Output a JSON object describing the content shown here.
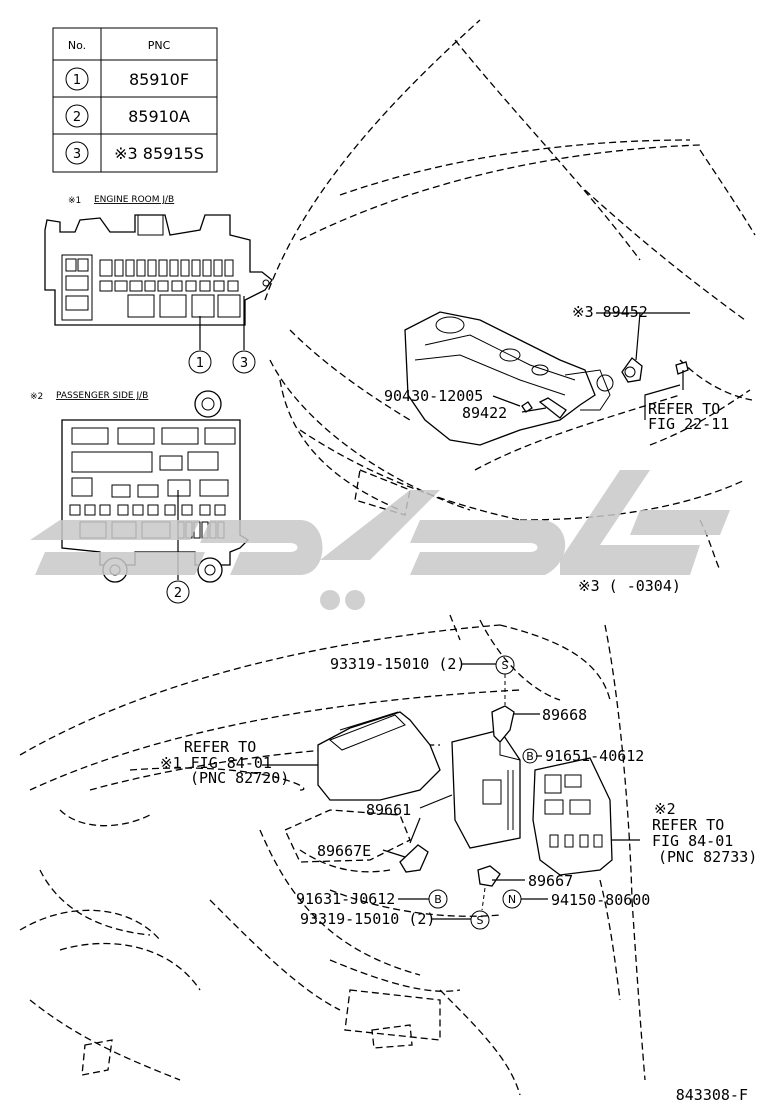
{
  "table": {
    "header_no": "No.",
    "header_pnc": "PNC",
    "rows": [
      {
        "no": "1",
        "pnc": "85910F"
      },
      {
        "no": "2",
        "pnc": "85910A"
      },
      {
        "no": "3",
        "pnc": "※3 85915S"
      }
    ]
  },
  "engine_room_jb": {
    "note": "※1",
    "label": "ENGINE ROOM J/B",
    "callouts": [
      "1",
      "3"
    ]
  },
  "passenger_side_jb": {
    "note": "※2",
    "label": "PASSENGER SIDE J/B",
    "callouts": [
      "2"
    ]
  },
  "upper_labels": {
    "p89452": "※3 89452",
    "p90430": "90430-12005",
    "p89422": "89422",
    "refer_a": "REFER TO",
    "refer_b": "FIG 22-11",
    "note3_range": "※3 (     -0304)"
  },
  "lower_labels": {
    "p93319_top": "93319-15010 (2)",
    "p89668": "89668",
    "p91651": "91651-40612",
    "refer1_a": "REFER TO",
    "refer1_b": "※1 FIG 84-01",
    "refer1_c": "(PNC 82720)",
    "refer2_note": "※2",
    "refer2_a": "REFER TO",
    "refer2_b": "FIG 84-01",
    "refer2_c": "(PNC 82733)",
    "p89661": "89661",
    "p89667e": "89667E",
    "p89667": "89667",
    "p91631": "91631-J0612",
    "p94150": "94150-80600",
    "p93319_bot": "93319-15010 (2)",
    "marker_s": "S",
    "marker_b": "B",
    "marker_n": "N"
  },
  "figure_id": "843308-F",
  "watermark_color": "#c8c8c8"
}
